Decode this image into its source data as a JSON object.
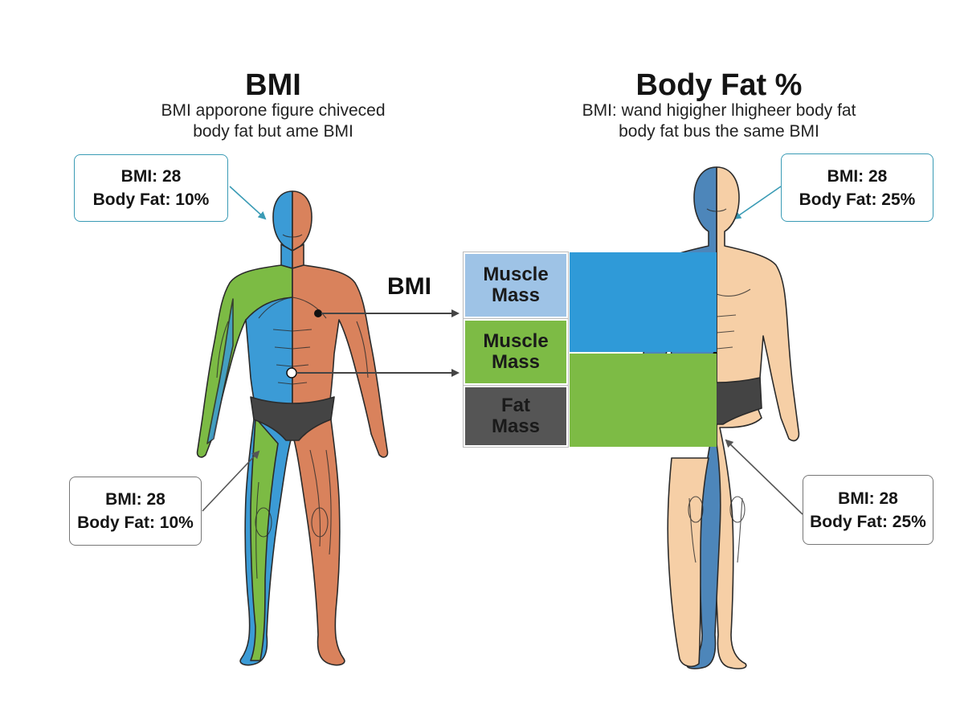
{
  "left_panel": {
    "title": "BMI",
    "subtitle_lines": [
      "BMI apporone figure chiveced",
      "body fat but ame BMI"
    ],
    "callout_top": {
      "bmi": "BMI: 28",
      "body_fat": "Body Fat: 10%"
    },
    "callout_bottom": {
      "bmi": "BMI: 28",
      "body_fat": "Body Fat: 10%"
    }
  },
  "right_panel": {
    "title": "Body Fat %",
    "subtitle_lines": [
      "BMI: wand higigher lhigheer body fat",
      "body fat bus the same BMI"
    ],
    "callout_top": {
      "bmi": "BMI: 28",
      "body_fat": "Body Fat: 25%"
    },
    "callout_bottom": {
      "bmi": "BMI: 28",
      "body_fat": "Body Fat: 25%"
    }
  },
  "center": {
    "label": "BMI",
    "segments": [
      {
        "lines": [
          "Muscle",
          "Mass"
        ],
        "color": "#9ec3e6"
      },
      {
        "lines": [
          "Muscle",
          "Mass"
        ],
        "color": "#7dbb45"
      },
      {
        "lines": [
          "Fat",
          "Mass"
        ],
        "color": "#555555"
      }
    ],
    "blocks": [
      {
        "name": "muscle",
        "color": "#2f9ad8"
      },
      {
        "name": "green",
        "color": "#7dbb45"
      }
    ]
  },
  "colors": {
    "muscle_blue": "#3b9bd6",
    "muscle_green": "#7cbb44",
    "muscle_orange": "#d9825c",
    "skin": "#f6cfa6",
    "figure_blue": "#4d86ba",
    "shorts": "#444444",
    "callout_teal": "#3a9bb5"
  }
}
